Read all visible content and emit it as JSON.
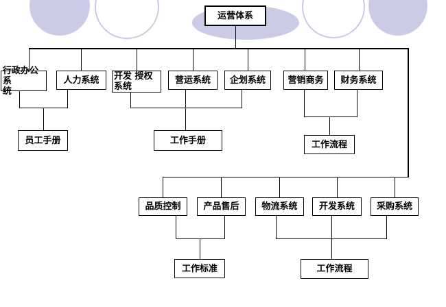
{
  "colors": {
    "circle_fill": "#cbcbe6",
    "circle_outline": "#c9c9e3",
    "line": "#000000",
    "background": "#ffffff"
  },
  "org_chart": {
    "root": "运营体系",
    "level2": [
      {
        "label": "行政办公系\n统"
      },
      {
        "label": "人力系统"
      },
      {
        "label": "开发 授权\n系统"
      },
      {
        "label": "营运系统"
      },
      {
        "label": "企划系统"
      },
      {
        "label": "营销商务"
      },
      {
        "label": "财务系统"
      }
    ],
    "level3": [
      {
        "label": "员工手册"
      },
      {
        "label": "工作手册"
      },
      {
        "label": "工作流程"
      }
    ],
    "level4": [
      {
        "label": "品质控制"
      },
      {
        "label": "产品售后"
      },
      {
        "label": "物流系统"
      },
      {
        "label": "开发系统"
      },
      {
        "label": "采购系统"
      }
    ],
    "level5": [
      {
        "label": "工作标准"
      },
      {
        "label": "工作流程"
      }
    ]
  }
}
